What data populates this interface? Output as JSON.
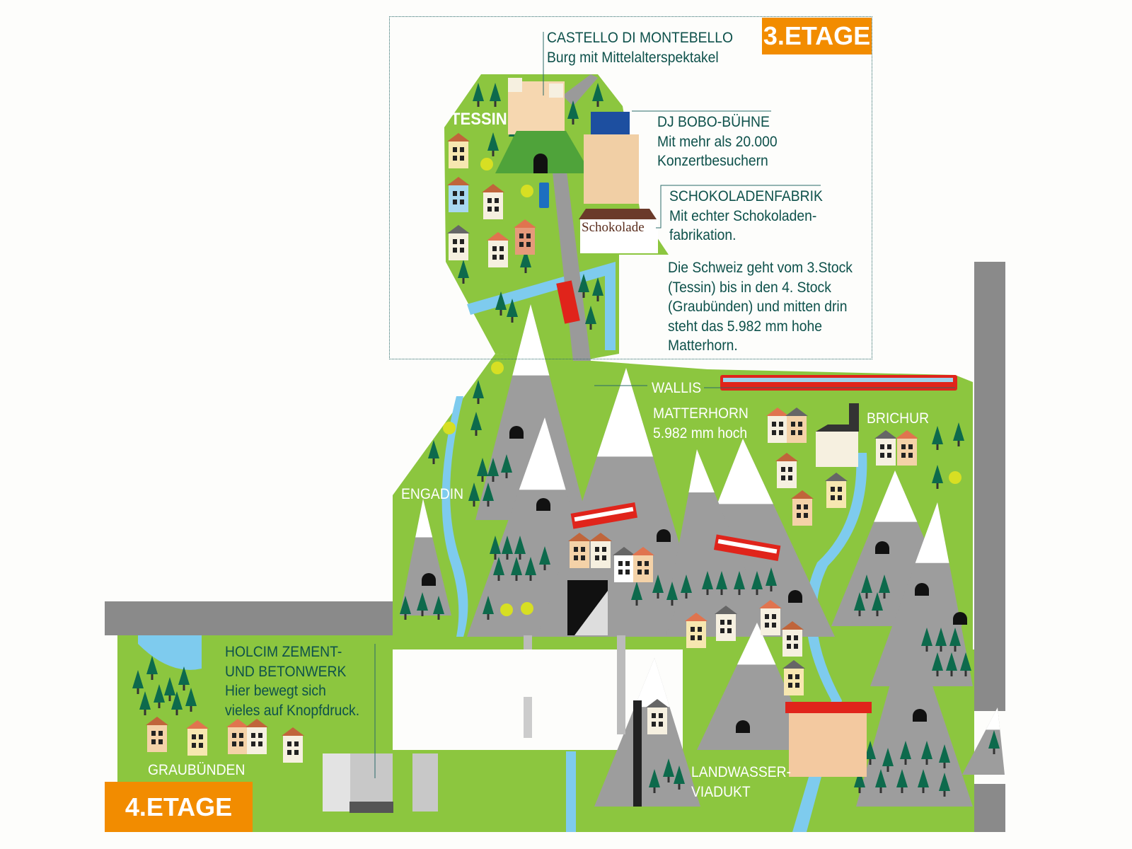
{
  "floors": {
    "upper": "3.ETAGE",
    "lower": "4.ETAGE"
  },
  "regions": {
    "tessin": "TESSIN",
    "wallis": "WALLIS",
    "engadin": "ENGADIN",
    "brichur": "BRICHUR",
    "graubuenden": "GRAUBÜNDEN"
  },
  "matterhorn": {
    "title": "MATTERHORN",
    "height": "5.982 mm hoch"
  },
  "callouts": [
    {
      "title": "CASTELLO DI MONTEBELLO",
      "text": "Burg mit Mittelalterspektakel"
    },
    {
      "title": "DJ BOBO-BÜHNE",
      "text": [
        "Mit mehr als 20.000",
        "Konzertbesuchern"
      ]
    },
    {
      "title": "SCHOKOLADENFABRIK",
      "text": [
        "Mit echter Schokoladen-",
        "fabrikation."
      ]
    },
    {
      "title": "HOLCIM ZEMENT-",
      "title2": "UND BETONWERK",
      "text": [
        "Hier bewegt sich",
        "vieles auf Knopfdruck."
      ]
    },
    {
      "title": "LANDWASSER-",
      "title2": "VIADUKT"
    }
  ],
  "intro": [
    "Die Schweiz geht vom 3.Stock",
    "(Tessin) bis in den 4. Stock",
    "(Graubünden) und mitten drin",
    "steht das 5.982 mm hohe",
    "Matterhorn."
  ],
  "sign": "Schokolade",
  "colors": {
    "green": "#8cc63f",
    "orange": "#f28c00",
    "gray": "#8a8a8a",
    "water": "#7ecbee",
    "text": "#0e514b"
  }
}
